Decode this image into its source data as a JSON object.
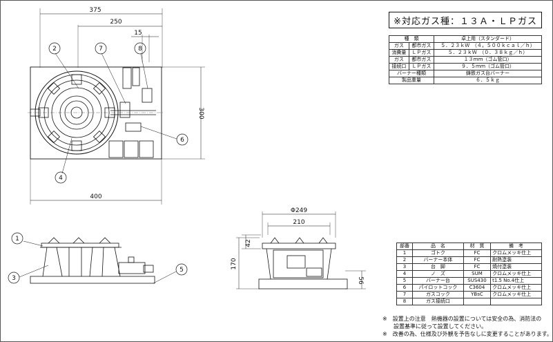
{
  "top_view": {
    "dims": {
      "width_total": "375",
      "width_mid": "250",
      "width_small": "15",
      "height": "300",
      "base_width": "400"
    },
    "callouts": [
      "2",
      "7",
      "8",
      "6",
      "4"
    ]
  },
  "front_view": {
    "callouts": [
      "1",
      "3",
      "5"
    ]
  },
  "side_view": {
    "dims": {
      "diameter": "Φ249",
      "inner": "210",
      "h_top": "42",
      "h_total": "170",
      "h_base": "56"
    }
  },
  "title": "※対応ガス種：１３Ａ・ＬＰガス",
  "spec_table": {
    "header": {
      "col1": "種　類",
      "col3": "卓上用（スタンダード）"
    },
    "rows": [
      {
        "a": "ガス",
        "b": "都市ガス",
        "c": "５．２３ｋＷ　（４，５００ｋｃａｌ／ｈ）"
      },
      {
        "a": "消費量",
        "b": "ＬＰガス",
        "c": "５．２３ｋＷ　（０．３８ｋｇ／ｈ）"
      },
      {
        "a": "ガス",
        "b": "都市ガス",
        "c": "１３ｍｍ（ゴム管口）"
      },
      {
        "a": "接続口",
        "b": "ＬＰガス",
        "c": "９．５ｍｍ（ゴム管口）"
      },
      {
        "a": "バーナー種類",
        "b": "",
        "c": "鋳鉄ガス台バーナー"
      },
      {
        "a": "製品重量",
        "b": "",
        "c": "６．５ｋｇ"
      }
    ]
  },
  "parts_table": {
    "headers": [
      "部番",
      "品　名",
      "材　質",
      "備　考"
    ],
    "rows": [
      [
        "1",
        "ゴトク",
        "FC",
        "クロムメッキ仕上"
      ],
      [
        "2",
        "バーナー本体",
        "FC",
        "耐熱塗装"
      ],
      [
        "3",
        "台　脚",
        "FC",
        "焼付塗装"
      ],
      [
        "4",
        "ノ　ズ",
        "SUM",
        "クロムメッキ仕上"
      ],
      [
        "5",
        "バーナー台",
        "SUS430",
        "t1.5 No.4仕上"
      ],
      [
        "6",
        "パイロットコック",
        "C3604",
        "クロムメッキ仕上"
      ],
      [
        "7",
        "ガスコック",
        "YBsC",
        "クロムメッキ仕上"
      ],
      [
        "8",
        "ガス接続口",
        "",
        ""
      ]
    ]
  },
  "notes": [
    "※　設置上の注意　熱機器の設置については安全の為、消防法の",
    "　　設置基準に従って設置してください。",
    "※　改善の為、仕様及び外観を予告なしに変更することがあります。"
  ]
}
